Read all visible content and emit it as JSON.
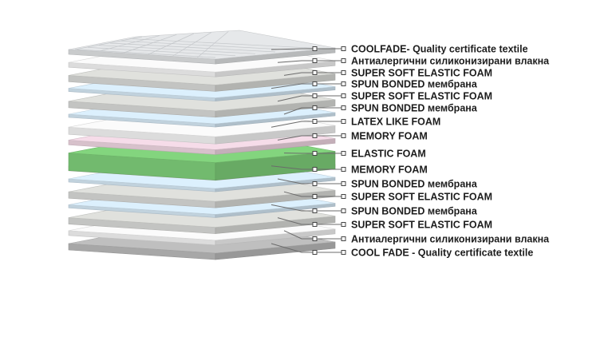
{
  "colors": {
    "white": "#f4f4f4",
    "grey": "#d9dad7",
    "blue": "#d6e9f6",
    "pink": "#efd6e2",
    "green": "#7fcf7a",
    "dark": "#b9b9b9",
    "quilted": "#dfe1e3"
  },
  "layers": [
    {
      "label": "COOLFADE- Quality certificate textile",
      "color": "quilted"
    },
    {
      "label": "Антиалергични силиконизирани влакна",
      "color": "white"
    },
    {
      "label": "SUPER SOFT ELASTIC FOAM",
      "color": "grey"
    },
    {
      "label": "SPUN BONDED мембрана",
      "color": "blue"
    },
    {
      "label": "SUPER SOFT ELASTIC FOAM",
      "color": "grey"
    },
    {
      "label": "SPUN BONDED мембрана",
      "color": "blue"
    },
    {
      "label": "LATEX LIKE FOAM",
      "color": "white"
    },
    {
      "label": "MEMORY FOAM",
      "color": "pink"
    },
    {
      "label": "ELASTIC FOAM",
      "color": "green"
    },
    {
      "label": "MEMORY FOAM",
      "color": "pink"
    },
    {
      "label": "SPUN BONDED мембрана",
      "color": "blue"
    },
    {
      "label": "SUPER SOFT ELASTIC FOAM",
      "color": "grey"
    },
    {
      "label": "SPUN BONDED мембрана",
      "color": "blue"
    },
    {
      "label": "SUPER SOFT ELASTIC FOAM",
      "color": "grey"
    },
    {
      "label": "Антиалергични силиконизирани влакна",
      "color": "white"
    },
    {
      "label": "COOL FADE - Quality certificate textile",
      "color": "dark"
    }
  ]
}
